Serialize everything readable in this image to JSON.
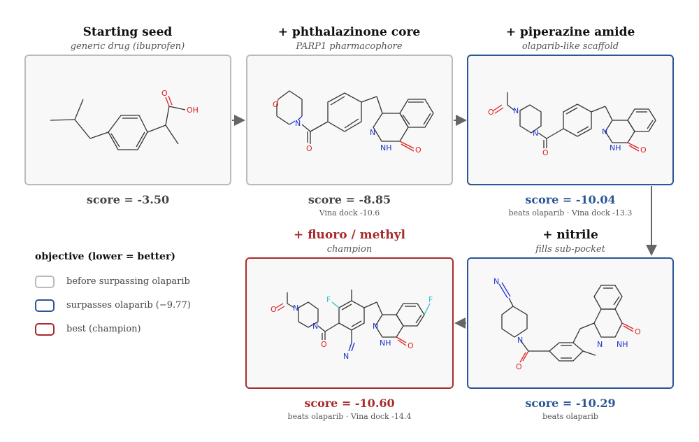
{
  "colors": {
    "gray": "#bbbbbb",
    "blue": "#2a5697",
    "red": "#a82b2b",
    "score_gray": "#444444",
    "bond": "#333333",
    "oxygen": "#dd2222",
    "nitrogen": "#2233cc",
    "fluorine": "#33bbcc",
    "arrow": "#666666"
  },
  "steps": [
    {
      "title": "Starting seed",
      "subtitle": "generic drug (ibuprofen)",
      "score": "score = -3.50",
      "note": ""
    },
    {
      "title": "+ phthalazinone core",
      "subtitle": "PARP1 pharmacophore",
      "score": "score = -8.85",
      "note": "Vina dock -10.6"
    },
    {
      "title": "+ piperazine amide",
      "subtitle": "olaparib-like scaffold",
      "score": "score = -10.04",
      "note": "beats olaparib · Vina dock -13.3"
    },
    {
      "title": "+ nitrile",
      "subtitle": "fills sub-pocket",
      "score": "score = -10.29",
      "note": "beats olaparib"
    },
    {
      "title": "+ fluoro / methyl",
      "subtitle": "champion",
      "score": "score = -10.60",
      "note": "beats olaparib · Vina dock -14.4"
    }
  ],
  "atoms": {
    "O": "O",
    "OH": "OH",
    "N": "N",
    "NH": "NH",
    "F": "F"
  },
  "legend": {
    "title": "objective  (lower = better)",
    "items": [
      {
        "label": "before surpassing olaparib"
      },
      {
        "label": "surpasses olaparib  (−9.77)"
      },
      {
        "label": "best  (champion)"
      }
    ]
  }
}
